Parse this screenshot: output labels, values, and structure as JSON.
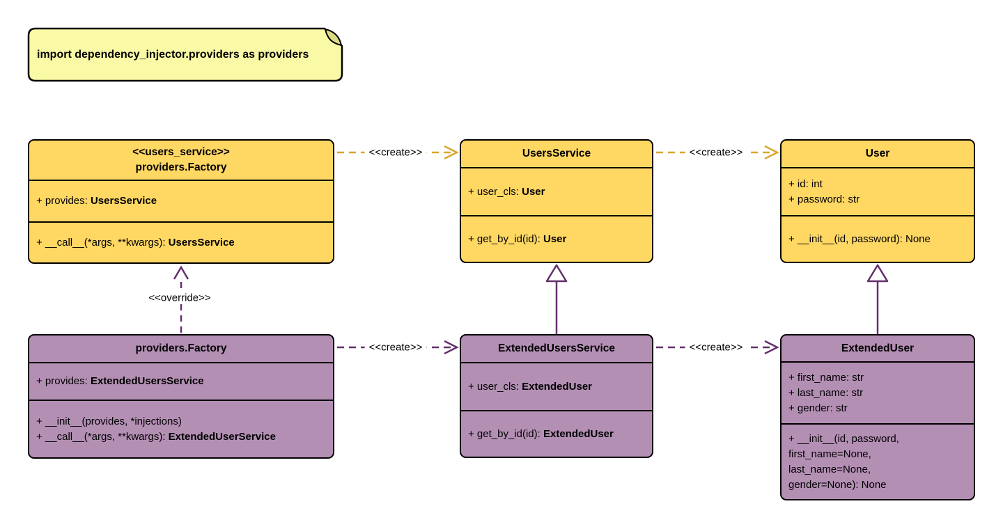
{
  "note": {
    "text": "import dependency_injector.providers as providers"
  },
  "classes": [
    {
      "stereotype": "<<users_service>>",
      "name": "providers.Factory",
      "attributes": [
        {
          "plain": "+ provides: ",
          "bold": "UsersService"
        }
      ],
      "methods": [
        {
          "plain": "+ __call__(*args, **kwargs): ",
          "bold": "UsersService"
        }
      ]
    },
    {
      "name": "UsersService",
      "attributes": [
        {
          "plain": "+ user_cls: ",
          "bold": "User"
        }
      ],
      "methods": [
        {
          "plain": "+ get_by_id(id): ",
          "bold": "User"
        }
      ]
    },
    {
      "name": "User",
      "attributes": [
        {
          "plain": "+ id: int",
          "bold": ""
        },
        {
          "plain": "+ password: str",
          "bold": ""
        }
      ],
      "methods": [
        {
          "plain": "+ __init__(id, password): None",
          "bold": ""
        }
      ]
    },
    {
      "name": "providers.Factory",
      "attributes": [
        {
          "plain": "+ provides: ",
          "bold": "ExtendedUsersService"
        }
      ],
      "methods": [
        {
          "plain": "+ __init__(provides, *injections)",
          "bold": ""
        },
        {
          "plain": "+ __call__(*args, **kwargs): ",
          "bold": "ExtendedUserService"
        }
      ]
    },
    {
      "name": "ExtendedUsersService",
      "attributes": [
        {
          "plain": "+ user_cls: ",
          "bold": "ExtendedUser"
        }
      ],
      "methods": [
        {
          "plain": "+ get_by_id(id): ",
          "bold": "ExtendedUser"
        }
      ]
    },
    {
      "name": "ExtendedUser",
      "attributes": [
        {
          "plain": "+ first_name: str",
          "bold": ""
        },
        {
          "plain": "+ last_name: str",
          "bold": ""
        },
        {
          "plain": "+ gender: str",
          "bold": ""
        }
      ],
      "methods": [
        {
          "plain": "+ __init__(id, password,",
          "bold": ""
        },
        {
          "plain": "first_name=None,",
          "bold": ""
        },
        {
          "plain": "last_name=None,",
          "bold": ""
        },
        {
          "plain": "gender=None): None",
          "bold": ""
        }
      ]
    }
  ],
  "edges": [
    {
      "label": "<<create>>",
      "type": "create",
      "from": "providers.Factory <<users_service>>",
      "to": "UsersService"
    },
    {
      "label": "<<create>>",
      "type": "create",
      "from": "UsersService",
      "to": "User"
    },
    {
      "label": "<<create>>",
      "type": "create",
      "from": "providers.Factory",
      "to": "ExtendedUsersService"
    },
    {
      "label": "<<create>>",
      "type": "create",
      "from": "ExtendedUsersService",
      "to": "ExtendedUser"
    },
    {
      "label": "<<override>>",
      "type": "override",
      "from": "providers.Factory",
      "to": "providers.Factory <<users_service>>"
    },
    {
      "label": "",
      "type": "inheritance",
      "from": "ExtendedUsersService",
      "to": "UsersService"
    },
    {
      "label": "",
      "type": "inheritance",
      "from": "ExtendedUser",
      "to": "User"
    }
  ],
  "colors": {
    "class_fill_yellow": "#FFD763",
    "class_fill_purple": "#B48FB4",
    "note_fill": "#FAFAA6",
    "note_fold": "#DCDC85",
    "border": "#000000",
    "edge_yellow": "#D9A62E",
    "edge_purple": "#63306B",
    "background": "#FFFFFF"
  }
}
